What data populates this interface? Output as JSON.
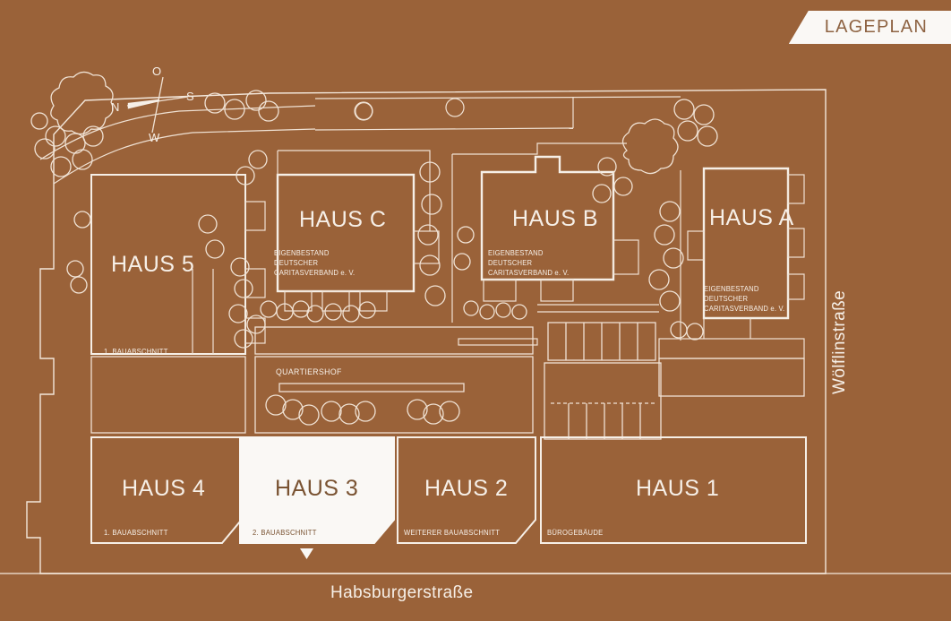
{
  "ribbon": {
    "label": "LAGEPLAN"
  },
  "colors": {
    "background": "#9a6239",
    "ink": "#f6efe7",
    "highlight_fill": "#faf8f5",
    "highlight_text": "#7a5332"
  },
  "compass": {
    "north": "N",
    "east": "O",
    "south": "S",
    "west": "W"
  },
  "streets": [
    {
      "name": "Habsburgerstraße",
      "orientation": "horizontal"
    },
    {
      "name": "Wölflinstraße",
      "orientation": "vertical"
    }
  ],
  "areas": [
    {
      "label": "QUARTIERSHOF"
    }
  ],
  "owner_note": {
    "line1": "EIGENBESTAND",
    "line2": "DEUTSCHER",
    "line3": "CARITASVERBAND e. V."
  },
  "buildings": [
    {
      "id": "haus-5",
      "title": "HAUS 5",
      "note": "1. BAUABSCHNITT",
      "owner": null,
      "highlighted": false
    },
    {
      "id": "haus-c",
      "title": "HAUS C",
      "note": null,
      "owner": "EIGENBESTAND DEUTSCHER CARITASVERBAND e. V.",
      "highlighted": false
    },
    {
      "id": "haus-b",
      "title": "HAUS B",
      "note": null,
      "owner": "EIGENBESTAND DEUTSCHER CARITASVERBAND e. V.",
      "highlighted": false
    },
    {
      "id": "haus-a",
      "title": "HAUS A",
      "note": null,
      "owner": "EIGENBESTAND DEUTSCHER CARITASVERBAND e. V.",
      "highlighted": false
    },
    {
      "id": "haus-4",
      "title": "HAUS 4",
      "note": "1. BAUABSCHNITT",
      "owner": null,
      "highlighted": false
    },
    {
      "id": "haus-3",
      "title": "HAUS 3",
      "note": "2. BAUABSCHNITT",
      "owner": null,
      "highlighted": true
    },
    {
      "id": "haus-2",
      "title": "HAUS 2",
      "note": "WEITERER BAUABSCHNITT",
      "owner": null,
      "highlighted": false
    },
    {
      "id": "haus-1",
      "title": "HAUS 1",
      "note": "BÜROGEBÄUDE",
      "owner": null,
      "highlighted": false
    }
  ],
  "marker": {
    "name": "selection-pointer",
    "points_to": "HAUS 3"
  }
}
